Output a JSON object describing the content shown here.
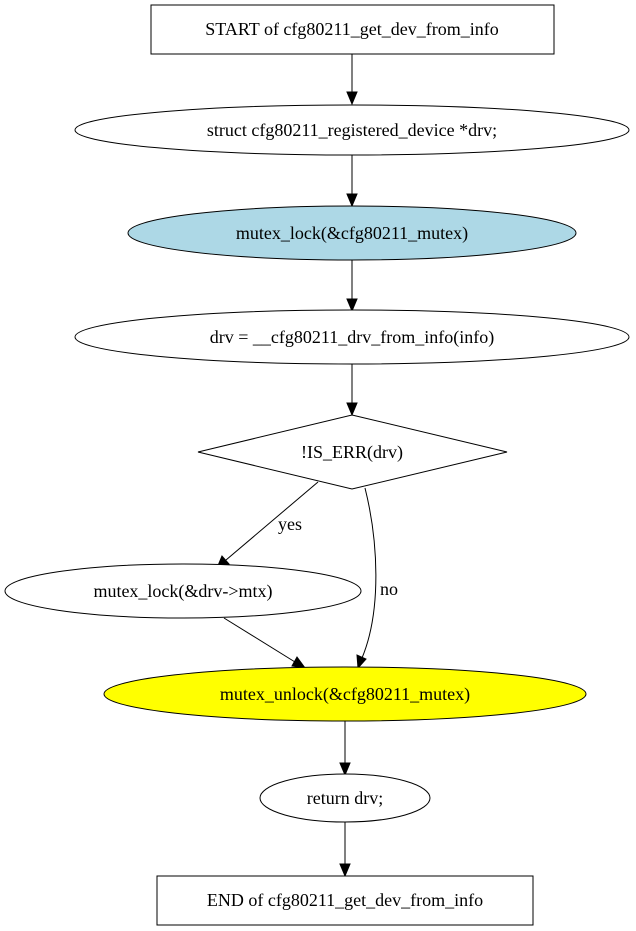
{
  "nodes": {
    "start": {
      "label": "START of cfg80211_get_dev_from_info",
      "shape": "box"
    },
    "decl": {
      "label": "struct cfg80211_registered_device *drv;",
      "shape": "ellipse"
    },
    "lock_global": {
      "label": "mutex_lock(&cfg80211_mutex)",
      "shape": "ellipse",
      "fill": "#add8e6"
    },
    "assign": {
      "label": "drv = __cfg80211_drv_from_info(info)",
      "shape": "ellipse"
    },
    "cond": {
      "label": "!IS_ERR(drv)",
      "shape": "diamond"
    },
    "lock_drv": {
      "label": "mutex_lock(&drv->mtx)",
      "shape": "ellipse"
    },
    "unlock_global": {
      "label": "mutex_unlock(&cfg80211_mutex)",
      "shape": "ellipse",
      "fill": "#ffff00"
    },
    "ret": {
      "label": "return drv;",
      "shape": "ellipse"
    },
    "end": {
      "label": "END of cfg80211_get_dev_from_info",
      "shape": "box"
    }
  },
  "edges": [
    {
      "from": "start",
      "to": "decl",
      "label": ""
    },
    {
      "from": "decl",
      "to": "lock_global",
      "label": ""
    },
    {
      "from": "lock_global",
      "to": "assign",
      "label": ""
    },
    {
      "from": "assign",
      "to": "cond",
      "label": ""
    },
    {
      "from": "cond",
      "to": "lock_drv",
      "label": "yes"
    },
    {
      "from": "cond",
      "to": "unlock_global",
      "label": "no"
    },
    {
      "from": "lock_drv",
      "to": "unlock_global",
      "label": ""
    },
    {
      "from": "unlock_global",
      "to": "ret",
      "label": ""
    },
    {
      "from": "ret",
      "to": "end",
      "label": ""
    }
  ],
  "colors": {
    "stroke": "#000000",
    "default_fill": "#ffffff",
    "lock_fill": "#add8e6",
    "unlock_fill": "#ffff00"
  }
}
